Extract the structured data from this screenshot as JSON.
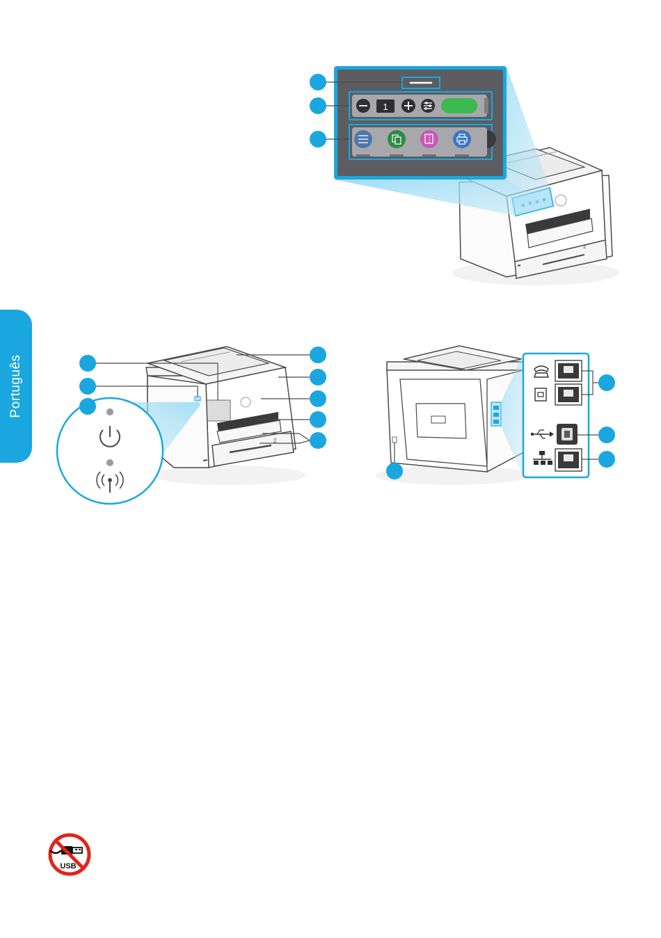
{
  "language_tab": {
    "label": "Português"
  },
  "control_panel": {
    "copies_value": "1"
  },
  "no_usb_badge": {
    "label": "USB"
  },
  "colors": {
    "accent": "#1aa7df",
    "panel_dark": "#5d5d61",
    "start_green": "#3cba4f",
    "no_sign_red": "#e2231a"
  }
}
